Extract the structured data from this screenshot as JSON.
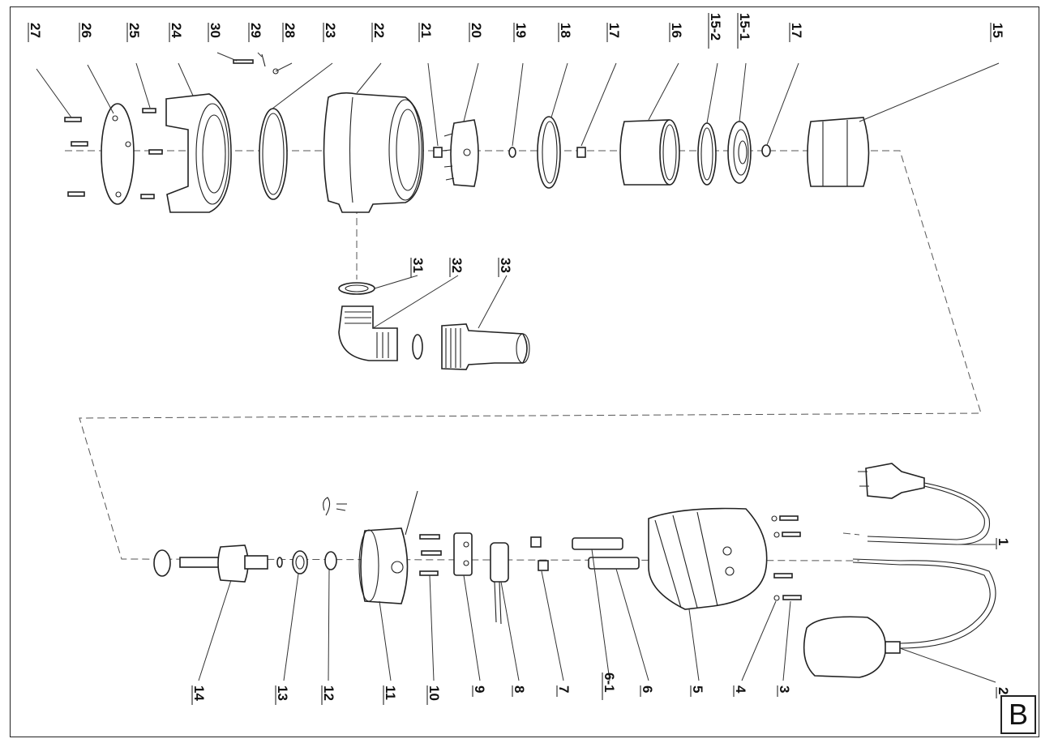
{
  "diagram": {
    "corner_mark": "B",
    "labels": [
      "27",
      "26",
      "25",
      "24",
      "30",
      "29",
      "28",
      "23",
      "22",
      "21",
      "20",
      "19",
      "18",
      "17",
      "16",
      "15-2",
      "15-1",
      "17",
      "15",
      "31",
      "32",
      "33",
      "1",
      "2",
      "3",
      "4",
      "5",
      "6",
      "6-1",
      "7",
      "8",
      "9",
      "10",
      "11",
      "12",
      "13",
      "14"
    ]
  }
}
